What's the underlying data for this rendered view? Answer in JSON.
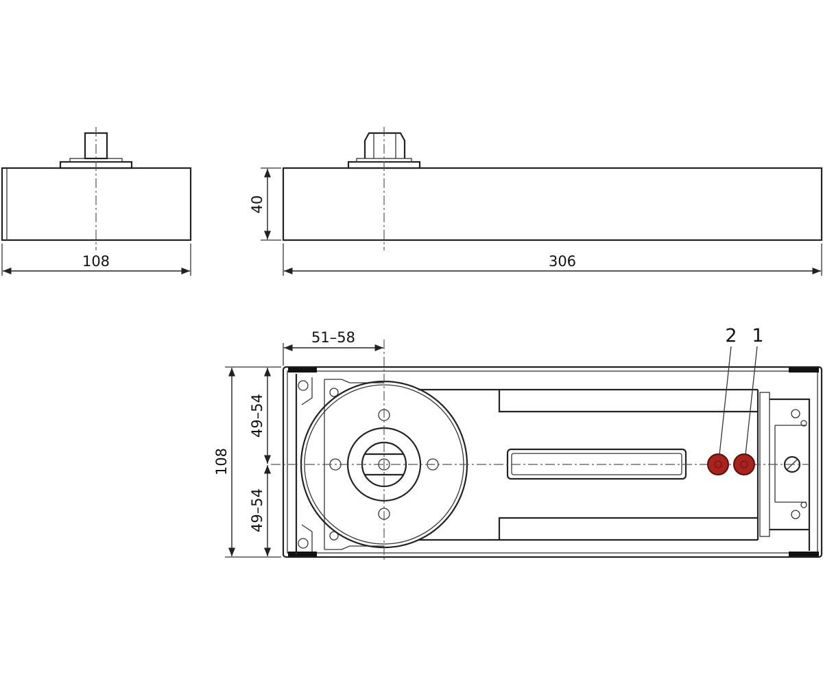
{
  "dimensions": {
    "side_width": "108",
    "front_height": "40",
    "front_length": "306",
    "plan_offset": "51–58",
    "plan_width": "108",
    "plan_half_upper": "49–54",
    "plan_half_lower": "49–54"
  },
  "callouts": {
    "valve_2": "2",
    "valve_1": "1"
  },
  "colors": {
    "line": "#222222",
    "valve": "#a8221e"
  }
}
